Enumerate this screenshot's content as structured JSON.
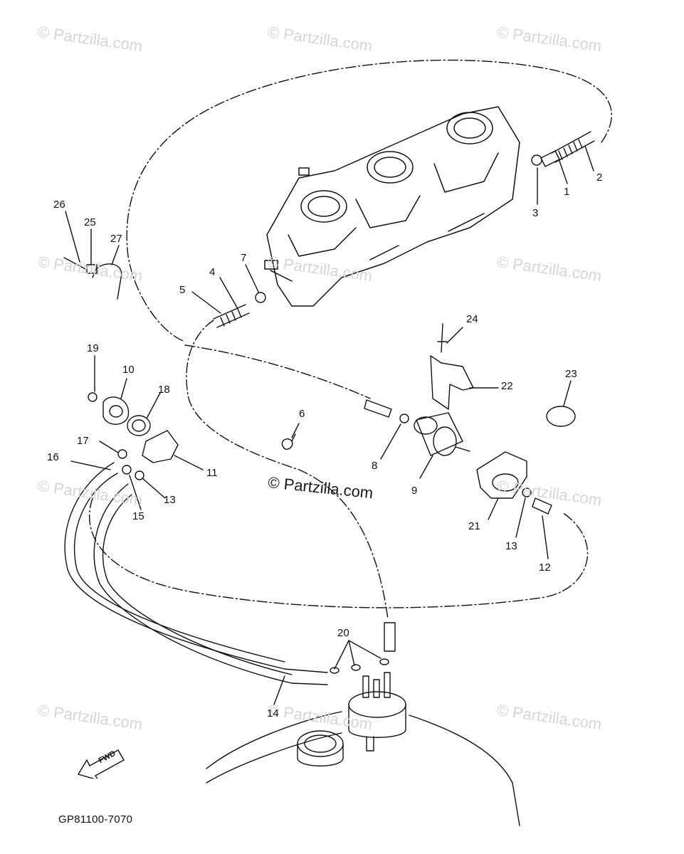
{
  "watermarks": {
    "text": "© Partzilla.com",
    "center_text": "© Partzilla.com"
  },
  "callouts": [
    {
      "id": "1",
      "label": "1"
    },
    {
      "id": "2",
      "label": "2"
    },
    {
      "id": "3",
      "label": "3"
    },
    {
      "id": "4",
      "label": "4"
    },
    {
      "id": "5",
      "label": "5"
    },
    {
      "id": "6",
      "label": "6"
    },
    {
      "id": "7",
      "label": "7"
    },
    {
      "id": "8",
      "label": "8"
    },
    {
      "id": "9",
      "label": "9"
    },
    {
      "id": "10",
      "label": "10"
    },
    {
      "id": "11",
      "label": "11"
    },
    {
      "id": "12",
      "label": "12"
    },
    {
      "id": "13a",
      "label": "13"
    },
    {
      "id": "13b",
      "label": "13"
    },
    {
      "id": "14",
      "label": "14"
    },
    {
      "id": "15",
      "label": "15"
    },
    {
      "id": "16",
      "label": "16"
    },
    {
      "id": "17",
      "label": "17"
    },
    {
      "id": "18",
      "label": "18"
    },
    {
      "id": "19",
      "label": "19"
    },
    {
      "id": "20",
      "label": "20"
    },
    {
      "id": "21",
      "label": "21"
    },
    {
      "id": "22",
      "label": "22"
    },
    {
      "id": "23",
      "label": "23"
    },
    {
      "id": "24",
      "label": "24"
    },
    {
      "id": "25",
      "label": "25"
    },
    {
      "id": "26",
      "label": "26"
    },
    {
      "id": "27",
      "label": "27"
    }
  ],
  "forward_marker": {
    "label": "FWD",
    "icon": "forward-arrow-icon"
  },
  "diagram_code": "GP81100-7070"
}
